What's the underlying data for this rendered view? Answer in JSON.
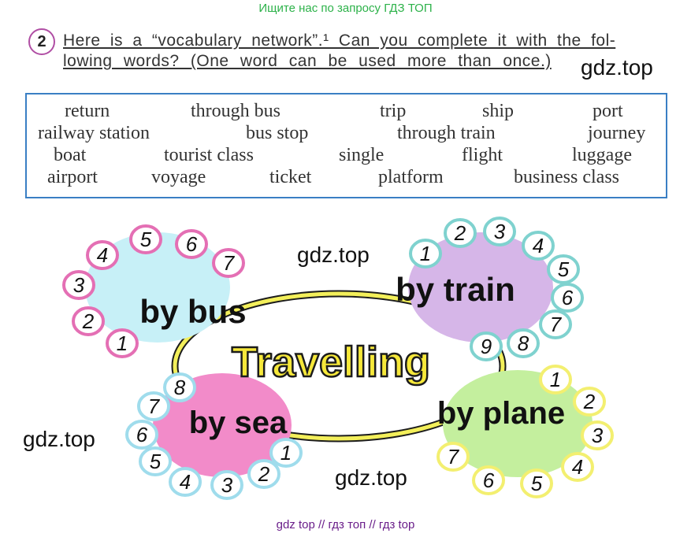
{
  "top_note": "Ищите нас по запросу ГДЗ ТОП",
  "exercise": {
    "number": "2",
    "line1": "Here is a “vocabulary network”.¹ Can you complete it with the fol-",
    "line2": "lowing words? (One word can be used more than once.)"
  },
  "watermarks": [
    "gdz.top",
    "gdz.top",
    "gdz.top",
    "gdz.top"
  ],
  "word_box": {
    "rows": [
      [
        "return",
        "through bus",
        "trip",
        "ship",
        "port"
      ],
      [
        "railway station",
        "bus stop",
        "through train",
        "journey"
      ],
      [
        "boat",
        "tourist class",
        "single",
        "flight",
        "luggage"
      ],
      [
        "airport",
        "voyage",
        "ticket",
        "platform",
        "business class"
      ]
    ]
  },
  "network": {
    "center": "Travelling",
    "nodes": [
      {
        "label": "by bus",
        "color": "#c7f0f7",
        "ring_color": "#e46fb4",
        "numbers": [
          "1",
          "2",
          "3",
          "4",
          "5",
          "6",
          "7"
        ]
      },
      {
        "label": "by train",
        "color": "#d6b6e8",
        "ring_color": "#7fd2cf",
        "numbers": [
          "1",
          "2",
          "3",
          "4",
          "5",
          "6",
          "7",
          "8",
          "9"
        ]
      },
      {
        "label": "by sea",
        "color": "#f28bc9",
        "ring_color": "#9fdcec",
        "numbers": [
          "1",
          "2",
          "3",
          "4",
          "5",
          "6",
          "7",
          "8"
        ]
      },
      {
        "label": "by plane",
        "color": "#c4ef9e",
        "ring_color": "#f3ef70",
        "numbers": [
          "1",
          "2",
          "3",
          "4",
          "5",
          "6",
          "7"
        ]
      }
    ]
  },
  "footer": "gdz top  //  гдз топ  //  гдз top"
}
